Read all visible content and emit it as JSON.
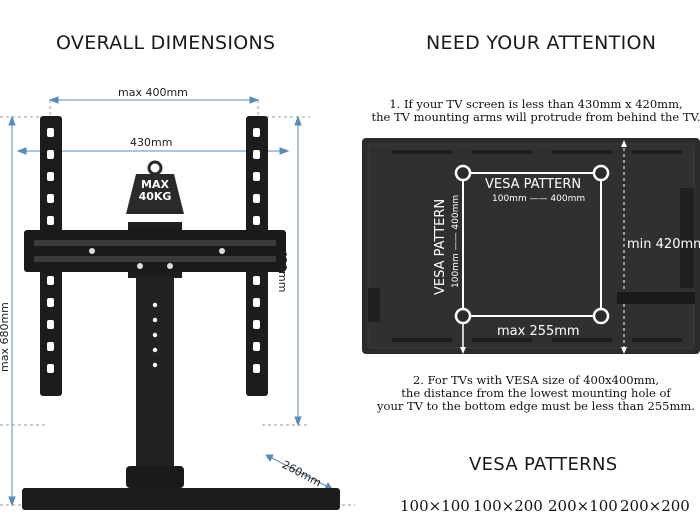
{
  "left": {
    "heading": "OVERALL DIMENSIONS",
    "dims": {
      "max_width": "max 400mm",
      "arm_width": "430mm",
      "arm_height": "420mm",
      "max_height": "max 680mm",
      "base_depth": "260mm"
    },
    "weight_badge": {
      "line1": "MAX",
      "line2": "40KG"
    }
  },
  "right": {
    "heading": "NEED YOUR ATTENTION",
    "note1": {
      "line1": "1. If your TV screen is less than 430mm x 420mm,",
      "line2": "the TV mounting arms will protrude from behind the TV."
    },
    "tv": {
      "vesa_h_title": "VESA PATTERN",
      "vesa_h_range": "100mm —— 400mm",
      "vesa_v_title": "VESA PATTERN",
      "vesa_v_range": "100mm —— 400mm",
      "min_height": "min 420mm",
      "max_bottom": "max 255mm"
    },
    "note2": {
      "line1": "2. For TVs with VESA size of 400x400mm,",
      "line2": "the distance from the lowest mounting hole of",
      "line3": "your TV to the bottom edge must be less than 255mm."
    },
    "vesa_title": "VESA PATTERNS",
    "vesa_list": [
      "100×100",
      "100×200",
      "200×100",
      "200×200"
    ]
  },
  "colors": {
    "tv_body": "#2b2b2b",
    "stand_metal": "#1c1c1c",
    "dim_line": "#5a8bb5",
    "guide_line": "#9a9a9a"
  }
}
